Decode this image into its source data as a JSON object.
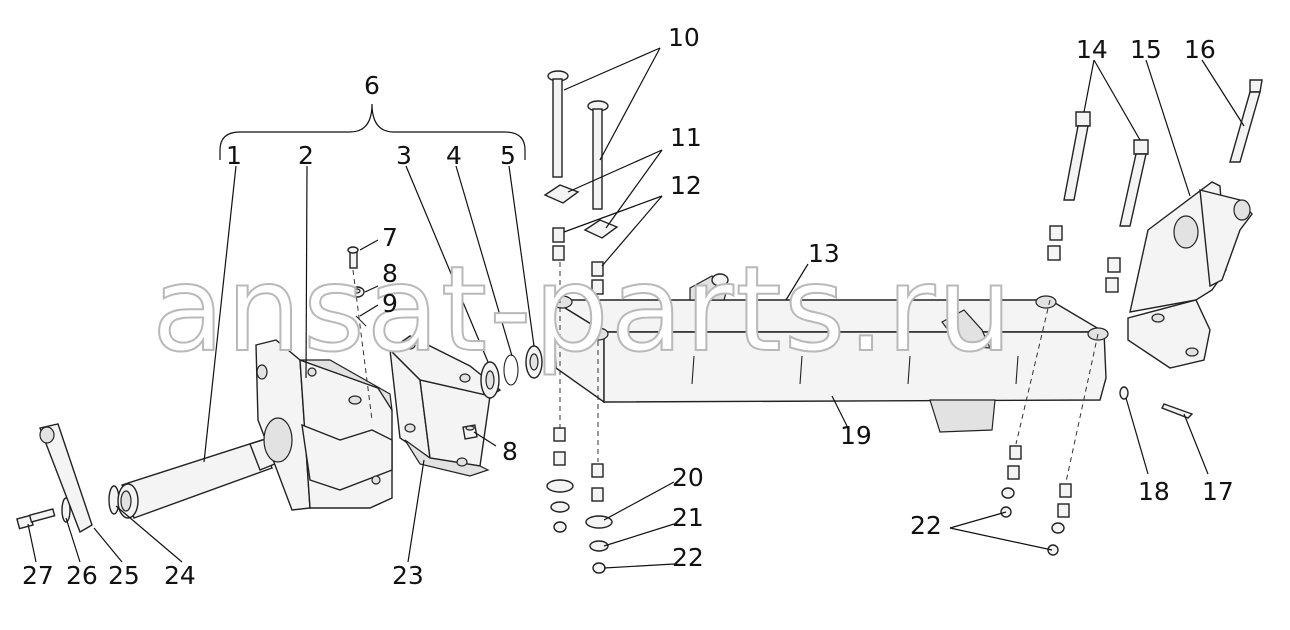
{
  "diagram": {
    "watermark": "ansat-parts.ru",
    "callouts": [
      {
        "id": "c1",
        "text": "1"
      },
      {
        "id": "c2",
        "text": "2"
      },
      {
        "id": "c3",
        "text": "3"
      },
      {
        "id": "c4",
        "text": "4"
      },
      {
        "id": "c5",
        "text": "5"
      },
      {
        "id": "c6",
        "text": "6"
      },
      {
        "id": "c7",
        "text": "7"
      },
      {
        "id": "c8a",
        "text": "8"
      },
      {
        "id": "c8b",
        "text": "8"
      },
      {
        "id": "c9",
        "text": "9"
      },
      {
        "id": "c10",
        "text": "10"
      },
      {
        "id": "c11",
        "text": "11"
      },
      {
        "id": "c12",
        "text": "12"
      },
      {
        "id": "c13",
        "text": "13"
      },
      {
        "id": "c14",
        "text": "14"
      },
      {
        "id": "c15",
        "text": "15"
      },
      {
        "id": "c16",
        "text": "16"
      },
      {
        "id": "c17",
        "text": "17"
      },
      {
        "id": "c18",
        "text": "18"
      },
      {
        "id": "c19",
        "text": "19"
      },
      {
        "id": "c20",
        "text": "20"
      },
      {
        "id": "c21",
        "text": "21"
      },
      {
        "id": "c22a",
        "text": "22"
      },
      {
        "id": "c22b",
        "text": "22"
      },
      {
        "id": "c23",
        "text": "23"
      },
      {
        "id": "c24",
        "text": "24"
      },
      {
        "id": "c25",
        "text": "25"
      },
      {
        "id": "c26",
        "text": "26"
      },
      {
        "id": "c27",
        "text": "27"
      }
    ]
  }
}
